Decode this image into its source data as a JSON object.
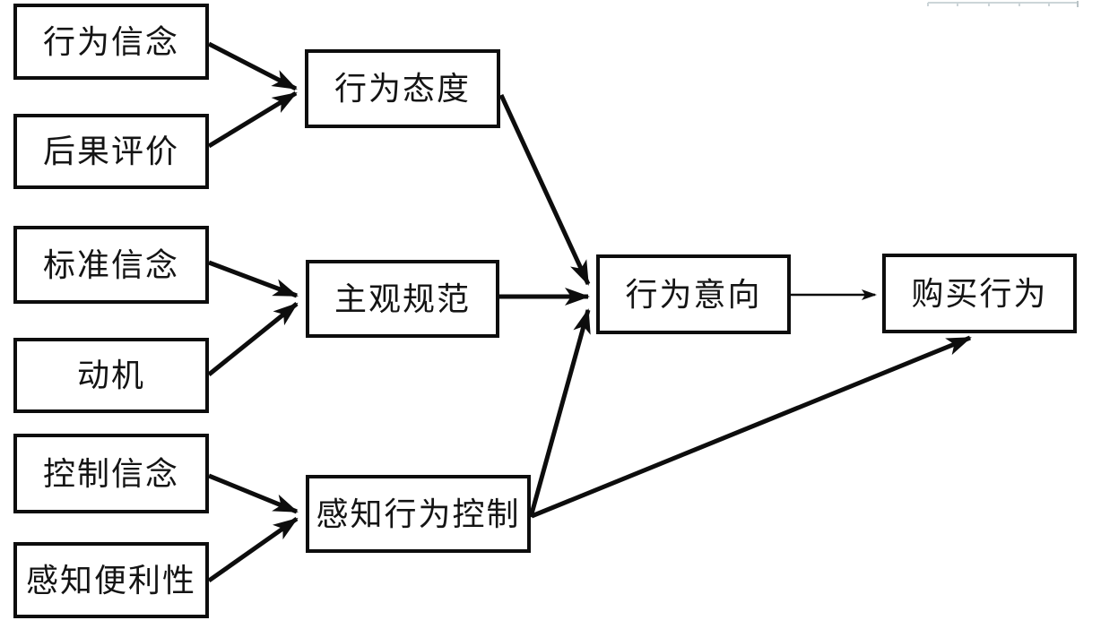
{
  "diagram": {
    "type": "flow-diagram",
    "language": "zh-CN",
    "nodes": {
      "behavioral_beliefs": {
        "label": "行为信念"
      },
      "outcome_evaluation": {
        "label": "后果评价"
      },
      "normative_beliefs": {
        "label": "标准信念"
      },
      "motivation": {
        "label": "动机"
      },
      "control_beliefs": {
        "label": "控制信念"
      },
      "perceived_convenience": {
        "label": "感知便利性"
      },
      "attitude": {
        "label": "行为态度"
      },
      "subjective_norm": {
        "label": "主观规范"
      },
      "pbc": {
        "label": "感知行为控制"
      },
      "intention": {
        "label": "行为意向"
      },
      "purchase": {
        "label": "购买行为"
      }
    },
    "edges": [
      {
        "from": "行为信念",
        "to": "行为态度",
        "style": "thick"
      },
      {
        "from": "后果评价",
        "to": "行为态度",
        "style": "thick"
      },
      {
        "from": "标准信念",
        "to": "主观规范",
        "style": "thick"
      },
      {
        "from": "动机",
        "to": "主观规范",
        "style": "thick"
      },
      {
        "from": "控制信念",
        "to": "感知行为控制",
        "style": "thick"
      },
      {
        "from": "感知便利性",
        "to": "感知行为控制",
        "style": "thick"
      },
      {
        "from": "行为态度",
        "to": "行为意向",
        "style": "thick"
      },
      {
        "from": "主观规范",
        "to": "行为意向",
        "style": "thick"
      },
      {
        "from": "感知行为控制",
        "to": "行为意向",
        "style": "thick"
      },
      {
        "from": "感知行为控制",
        "to": "购买行为",
        "style": "thick"
      },
      {
        "from": "行为意向",
        "to": "购买行为",
        "style": "thin"
      }
    ],
    "colors": {
      "ink": "#0d0d0d",
      "box_fill": "#ffffff",
      "background": "#ffffff",
      "artifact_gray": "#ccd5d8"
    }
  }
}
